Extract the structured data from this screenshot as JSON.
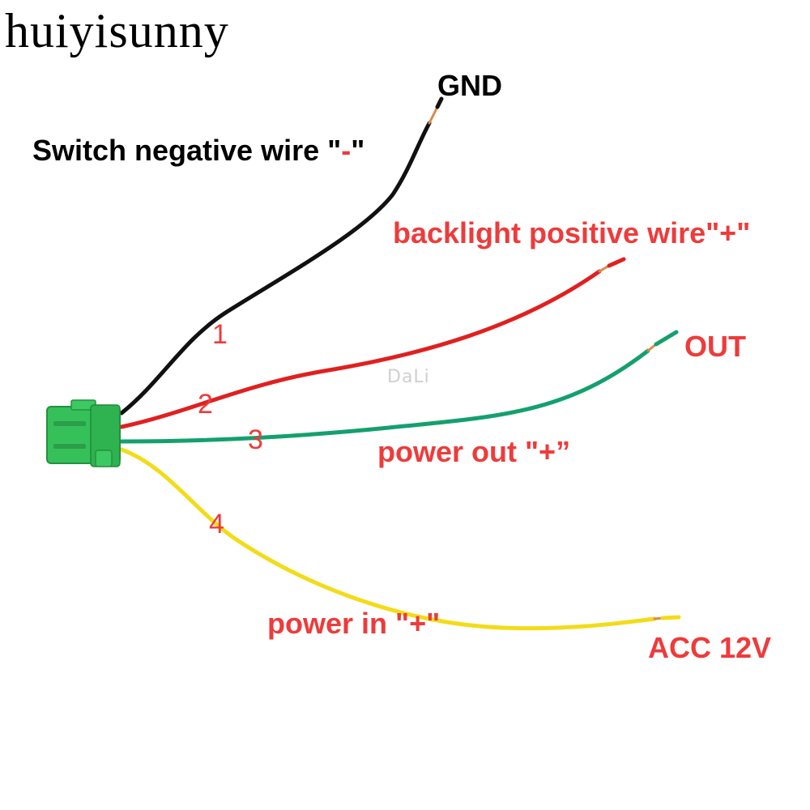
{
  "brand": {
    "text": "huiyisunny"
  },
  "labels": {
    "gnd": "GND",
    "switch_negative": "Switch negative wire \"",
    "switch_negative_sign": "-",
    "switch_negative_close": "\"",
    "backlight_positive": "backlight positive wire\"+\"",
    "out": "OUT",
    "power_out": "power out \"+”",
    "power_in": "power in \"+\"",
    "acc": "ACC 12V"
  },
  "wire_numbers": [
    "1",
    "2",
    "3",
    "4"
  ],
  "watermark": "DaLi",
  "colors": {
    "label_black": "#000000",
    "label_red": "#ee3b3b",
    "wire_black": "#111111",
    "wire_red": "#e02020",
    "wire_green": "#14a06e",
    "wire_yellow": "#f2dc1a",
    "connector_green": "#36c05a",
    "copper": "#d98a4a"
  }
}
